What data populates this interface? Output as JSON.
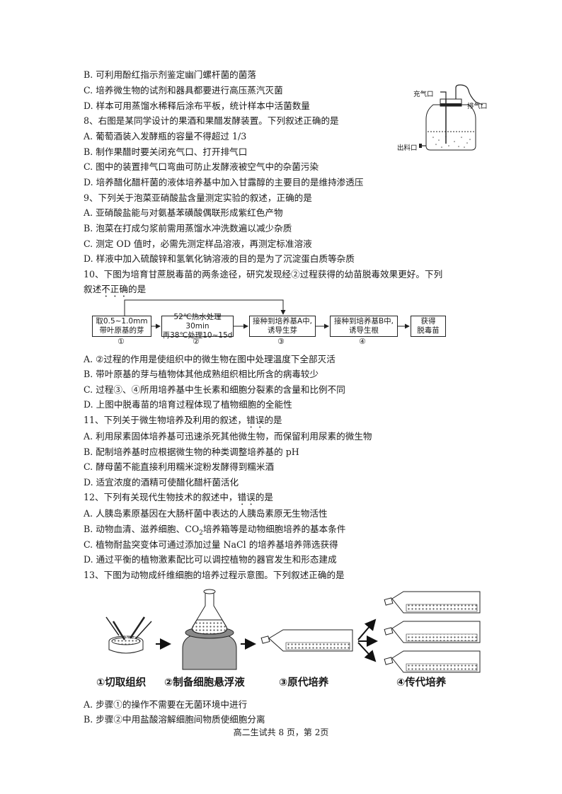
{
  "lines": {
    "l1": "B. 可利用酚红指示剂鉴定幽门螺杆菌的菌落",
    "l2": "C. 培养微生物的试剂和器具都要进行高压蒸汽灭菌",
    "l3": "D. 样本可用蒸馏水稀释后涂布平板，统计样本中活菌数量",
    "q8": "8、右图是某同学设计的果酒和果醋发酵装置。下列叙述正确的是",
    "q8a": "A. 葡萄酒装入发酵瓶的容量不得超过 1/3",
    "q8b": "B. 制作果醋时要关闭充气口、打开排气口",
    "q8c": "C. 图中的装置排气口弯曲可防止发酵液被空气中的杂菌污染",
    "q8d": "D. 培养醋化醋杆菌的液体培养基中加入甘露醇的主要目的是维持渗透压",
    "q9": "9、下列关于泡菜亚硝酸盐含量测定实验的叙述，正确的是",
    "q9a": "A. 亚硝酸盐能与对氨基苯磺酸偶联形成紫红色产物",
    "q9b": "B. 泡菜在打成匀浆前需用蒸馏水冲洗数遍以减少杂质",
    "q9c": "C. 测定 OD 值时，必需先测定样品溶液，再测定标准溶液",
    "q9d": "D. 样液中加入硫酸锌和氢氧化钠溶液的目的是为了沉淀蛋白质等杂质",
    "q10_1": "10、下图为培育甘蔗脱毒苗的两条途径，研究发现经②过程获得的幼苗脱毒效果更好。下列",
    "q10_2a": "叙述",
    "q10_2b": "不正确",
    "q10_2c": "的是",
    "q10a": "A. ②过程的作用是使组织中的微生物在图中处理温度下全部灭活",
    "q10b": "B. 带叶原基的芽与植物体其他成熟组织相比所含的病毒较少",
    "q10c": "C. 过程③、④所用培养基中生长素和细胞分裂素的含量和比例不同",
    "q10d": "D. 上图中脱毒苗的培育过程体现了植物细胞的全能性",
    "q11a_": "11、下列关于微生物培养及利用的叙述，",
    "q11b_": "错误",
    "q11c_": "的是",
    "q11a": "A. 利用尿素固体培养基可迅速杀死其他微生物，而保留利用尿素的微生物",
    "q11b": "B. 配制培养基时应根据微生物的种类调整培养基的 pH",
    "q11c": "C. 酵母菌不能直接利用糯米淀粉发酵得到糯米酒",
    "q11d": "D. 适宜浓度的酒精可使醋化醋杆菌活化",
    "q12a_": "12、下列有关现代生物技术的叙述中，",
    "q12b_": "错误",
    "q12c_": "的是",
    "q12a": "A. 人胰岛素原基因在大肠杆菌中表达的人胰岛素原无生物活性",
    "q12b1": "B. 动物血清、滋养细胞、CO",
    "q12b2": "2",
    "q12b3": "培养箱等是动物细胞培养的基本条件",
    "q12c": "C. 植物耐盐突变体可通过添加过量 NaCl 的培养基培养筛选获得",
    "q12d": "D. 通过平衡的植物激素配比可以调控植物的器官发生和形态建成",
    "q13": "13、下图为动物成纤维细胞的培养过程示意图。下列叙述正确的是",
    "q13a": "A. 步骤①的操作不需要在无菌环境中进行",
    "q13b": "B. 步骤②中用盐酸溶解细胞间物质使细胞分离"
  },
  "flow": {
    "box1a": "取0.5~1.0mm",
    "box1b": "带叶原基的芽",
    "box2a": "52℃热水处理30min",
    "box2b": "再38℃处理10~15d",
    "box3a": "接种到培养基A中,",
    "box3b": "诱导生芽",
    "box4a": "接种到培养基B中,",
    "box4b": "诱导生根",
    "box5a": "获得",
    "box5b": "脱毒苗",
    "n1": "①",
    "n2": "②",
    "n3": "③",
    "n4": "④"
  },
  "apparatus": {
    "inlet": "充气口",
    "outlet": "排气口",
    "discharge": "出料口"
  },
  "culture": {
    "cap1": "①切取组织",
    "cap2": "②制备细胞悬浮液",
    "cap3": "③原代培养",
    "cap4": "④传代培养"
  },
  "footer": "高二生试共 8 页，第 2页"
}
